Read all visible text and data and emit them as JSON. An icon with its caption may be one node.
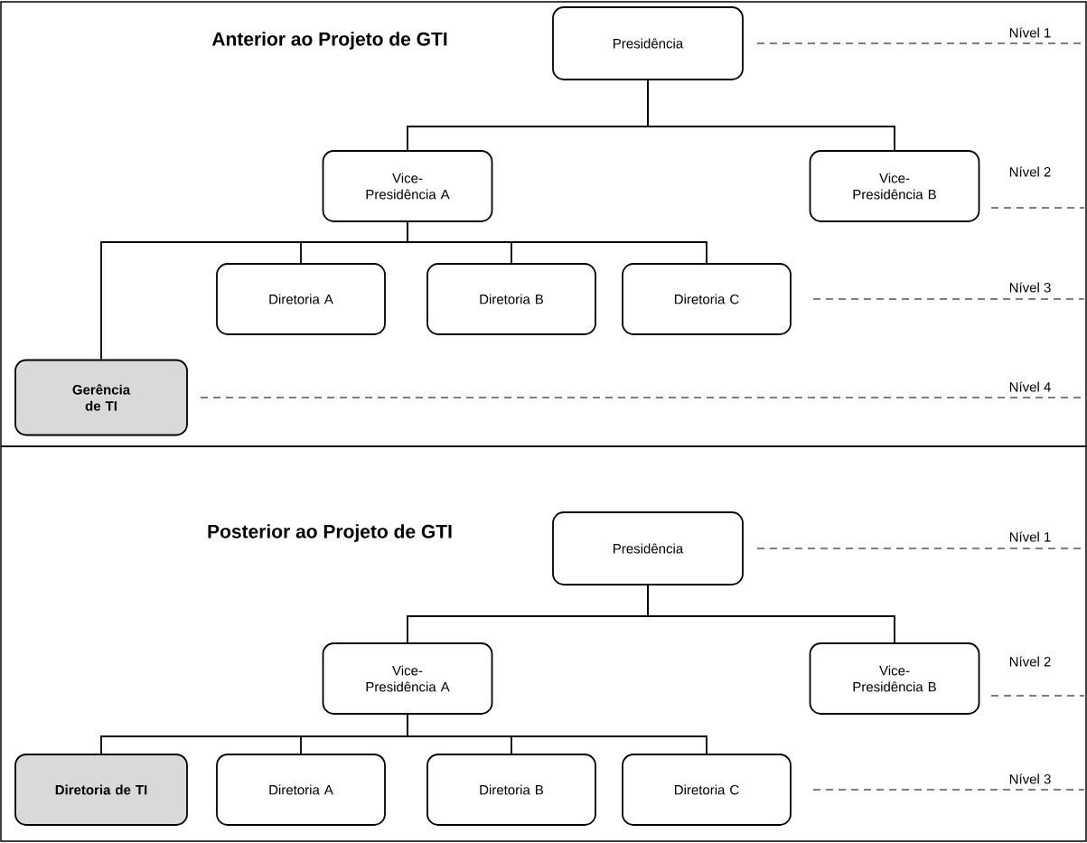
{
  "diagram": {
    "nodes": [
      {
        "text": [
          "Anterior ao Projeto de GTI"
        ]
      },
      {
        "text": [
          "Presidência"
        ],
        "in": 0
      },
      {
        "text": [
          "Vice- Presidência A"
        ],
        "in": 0
      },
      {
        "text": [
          "Vice- Presidência B"
        ],
        "in": 0
      },
      {
        "text": [
          "Diretoria A"
        ],
        "in": 0
      },
      {
        "text": [
          "Diretoria B"
        ],
        "in": 0
      },
      {
        "text": [
          "Diretoria C"
        ],
        "in": 0
      },
      {
        "text": [
          "Gerência de TI"
        ],
        "in": 0
      },
      {
        "text": [
          "Posterior ao Projeto de GTI"
        ]
      },
      {
        "text": [
          "Presidência"
        ],
        "in": 8
      },
      {
        "text": [
          "Vice- Presidência A"
        ],
        "in": 8
      },
      {
        "text": [
          "Vice- Presidência B"
        ],
        "in": 8
      },
      {
        "text": [
          "Diretoria de TI"
        ],
        "in": 8
      },
      {
        "text": [
          "Diretoria A"
        ],
        "in": 8
      },
      {
        "text": [
          "Diretoria B"
        ],
        "in": 8
      },
      {
        "text": [
          "Diretoria C"
        ],
        "in": 8
      }
    ],
    "edges": [
      {
        "from": 1,
        "to": 2,
        "arrow": "none"
      },
      {
        "from": 1,
        "to": 3,
        "arrow": "none"
      },
      {
        "from": 2,
        "to": 4,
        "arrow": "none"
      },
      {
        "from": 2,
        "to": 5,
        "arrow": "none"
      },
      {
        "from": 2,
        "to": 6,
        "arrow": "none"
      },
      {
        "from": 2,
        "to": 7,
        "arrow": "none"
      },
      {
        "from": 9,
        "to": 10,
        "arrow": "none"
      },
      {
        "from": 9,
        "to": 11,
        "arrow": "none"
      },
      {
        "from": 10,
        "to": 12,
        "arrow": "none"
      },
      {
        "from": 10,
        "to": 13,
        "arrow": "none"
      },
      {
        "from": 10,
        "to": 14,
        "arrow": "none"
      },
      {
        "from": 10,
        "to": 15,
        "arrow": "none"
      }
    ],
    "labels": [
      "Nível 1",
      "Nível 2",
      "Nível 3",
      "Nível 4",
      "Nível 1",
      "Nível 2",
      "Nível 3"
    ]
  }
}
